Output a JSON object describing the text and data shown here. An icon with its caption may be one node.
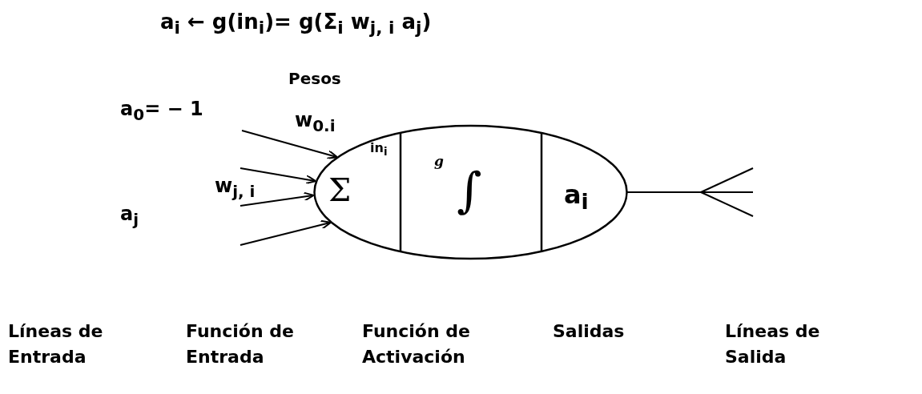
{
  "diagram": {
    "title": "a$_{i}$ ← g(in$_{i}$)= g(Σ$_{i}$ w$_{j, i}$ a$_{j}$)",
    "nodes": [
      {
        "text": [],
        "shape": "ellipse"
      },
      {
        "text": [
          "Σ",
          "in$_{i}$"
        ],
        "in": 0
      },
      {
        "text": [
          "g",
          "∫"
        ],
        "in": 0
      },
      {
        "text": [
          "a$_{i}$"
        ],
        "in": 0
      }
    ],
    "edges": [
      {
        "from": null,
        "to": 1,
        "arrow": "to",
        "label": "w$_{0.i}$"
      },
      {
        "from": null,
        "to": 1,
        "arrow": "to"
      },
      {
        "from": null,
        "to": 1,
        "arrow": "to",
        "label": "w$_{j, i}$"
      },
      {
        "from": null,
        "to": 1,
        "arrow": "to"
      },
      {
        "from": 3,
        "to": null,
        "arrow": "none"
      },
      {
        "from": 3,
        "to": null,
        "arrow": "none"
      },
      {
        "from": 3,
        "to": null,
        "arrow": "none"
      }
    ],
    "labels": [
      "Pesos",
      "a$_{0}$= − 1",
      "a$_{j}$",
      "Líneas de Entrada",
      "Función de Entrada",
      "Función de Activación",
      "Salidas",
      "Líneas de Salida"
    ]
  }
}
